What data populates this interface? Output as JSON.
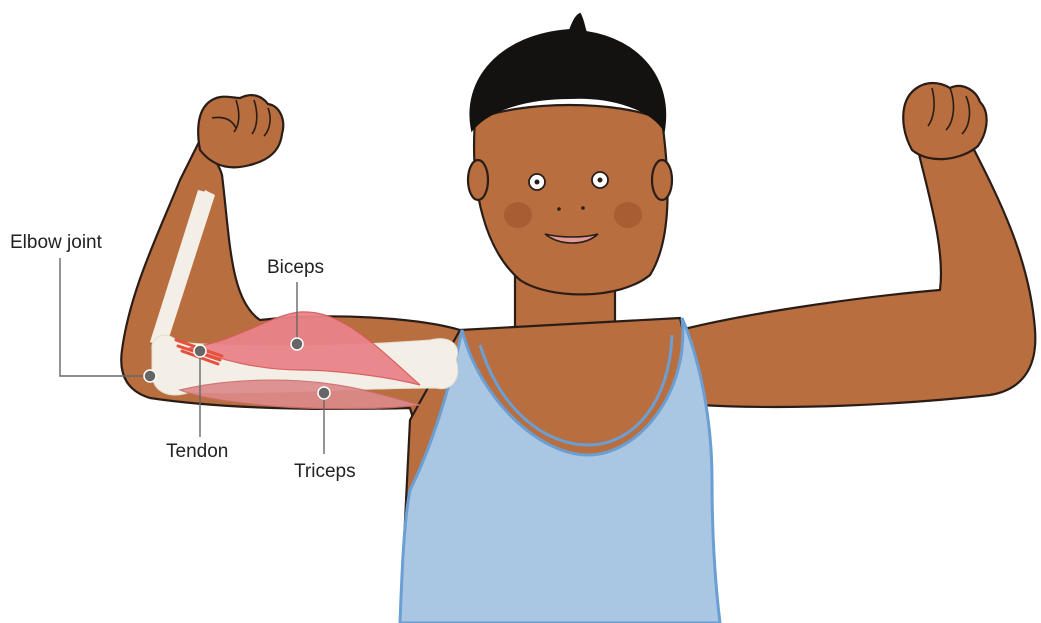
{
  "labels": {
    "elbow_joint": "Elbow joint",
    "biceps": "Biceps",
    "tendon": "Tendon",
    "triceps": "Triceps"
  },
  "colors": {
    "skin": "#b86e3e",
    "skin_shade": "#a35f33",
    "hair": "#141210",
    "vest": "#a9c6e2",
    "vest_edge": "#6b9fd3",
    "bone": "#f4efe6",
    "biceps": "#e9848a",
    "triceps": "#dc8a8a",
    "tendon": "#e6513c",
    "leader": "#666666"
  }
}
